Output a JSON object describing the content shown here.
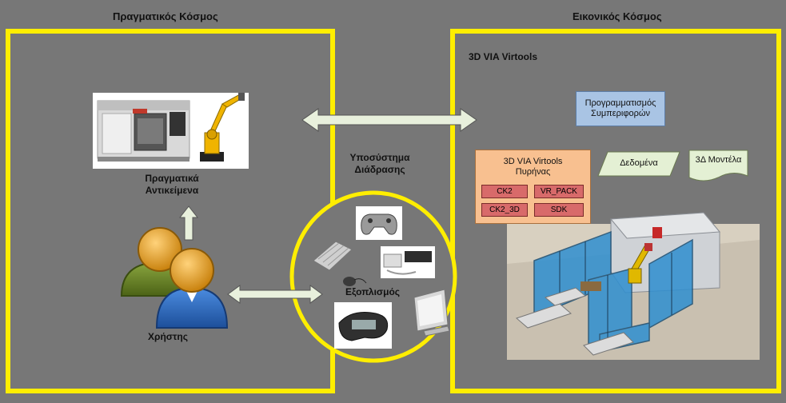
{
  "real_world": {
    "title": "Πραγματικός Κόσμος",
    "objects_label_line1": "Πραγματικά",
    "objects_label_line2": "Αντικείμενα",
    "user_label": "Χρήστης"
  },
  "interaction": {
    "title_line1": "Υποσύστημα",
    "title_line2": "Διάδρασης",
    "equipment_label": "Εξοπλισμός"
  },
  "virtual_world": {
    "title": "Εικονικός Κόσμος",
    "software_label": "3D VIA Virtools",
    "behavior_programming_line1": "Προγραμματισμός",
    "behavior_programming_line2": "Συμπεριφορών",
    "core_line1": "3D VIA Virtools",
    "core_line2": "Πυρήνας",
    "modules": [
      "CK2",
      "VR_PACK",
      "CK2_3D",
      "SDK"
    ],
    "data_label": "Δεδομένα",
    "models_label": "3Δ Μοντέλα"
  },
  "colors": {
    "background": "#777777",
    "frame": "#ffee00",
    "arrow_fill": "#e8f0dc",
    "programming_box": "#a9c4e4",
    "core_box": "#f8c090",
    "module_box": "#d86a6a"
  }
}
